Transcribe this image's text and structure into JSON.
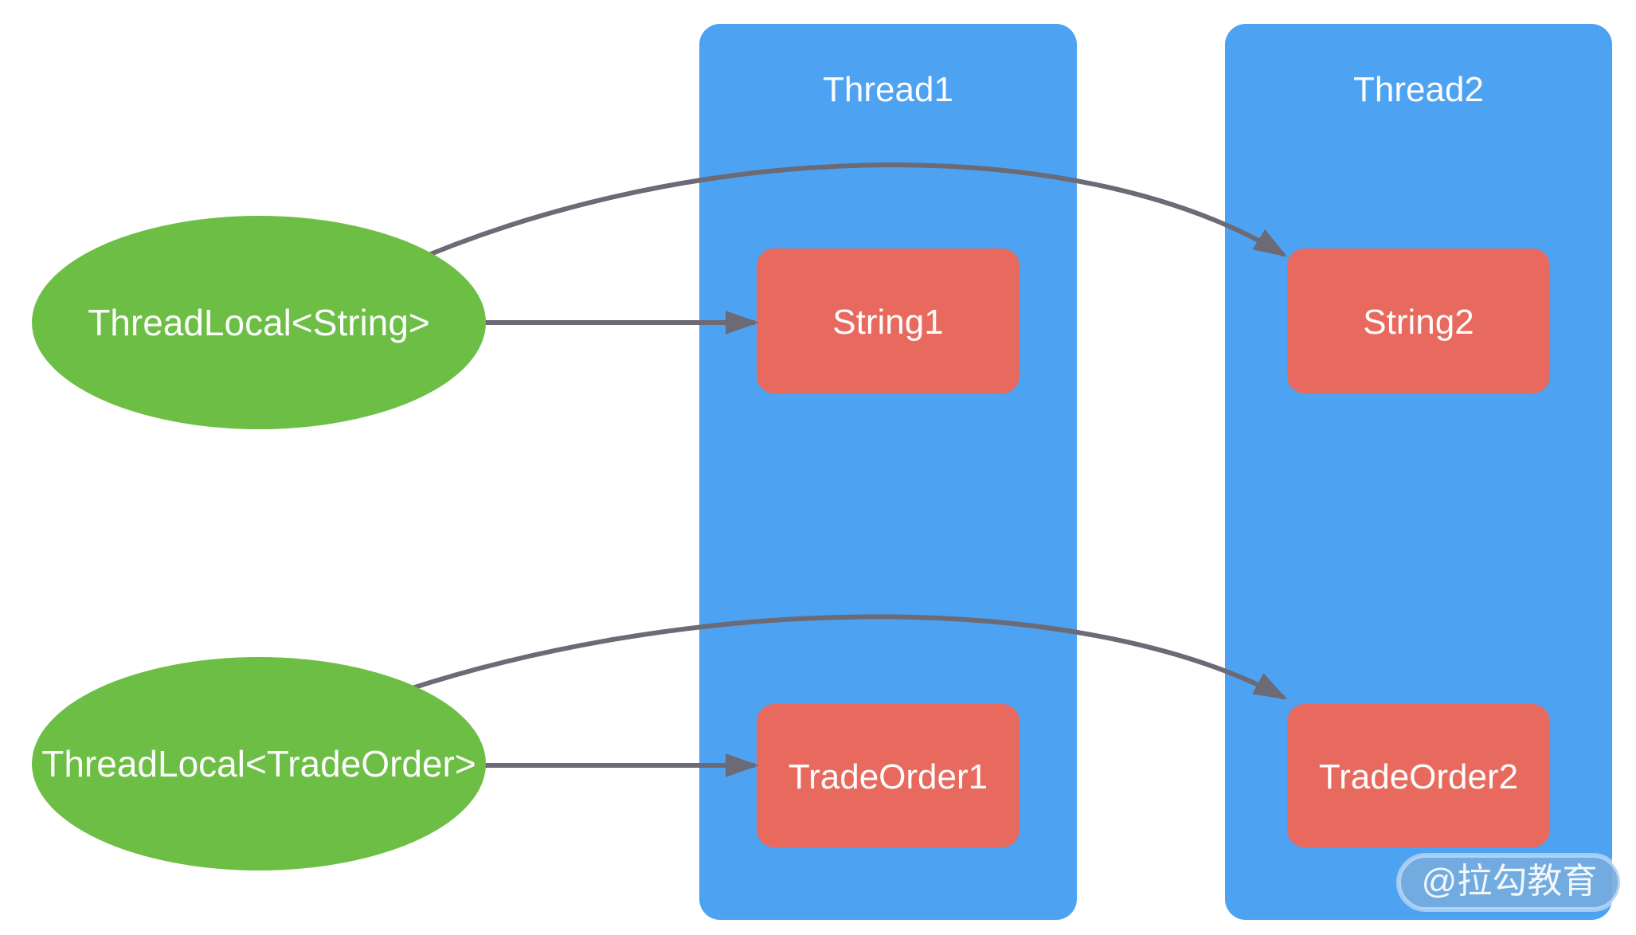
{
  "threads": [
    {
      "label": "Thread1",
      "objects": [
        {
          "label": "String1"
        },
        {
          "label": "TradeOrder1"
        }
      ]
    },
    {
      "label": "Thread2",
      "objects": [
        {
          "label": "String2"
        },
        {
          "label": "TradeOrder2"
        }
      ]
    }
  ],
  "threadlocals": [
    {
      "label": "ThreadLocal<String>"
    },
    {
      "label": "ThreadLocal<TradeOrder>"
    }
  ],
  "watermark": {
    "label": "@拉勾教育"
  },
  "colors": {
    "thread_box": "#4da2f2",
    "object_box": "#e86a5e",
    "threadlocal_ellipse": "#6cbe44",
    "arrow": "#6b6a75",
    "watermark_bg": "#74abdd",
    "label_text": "#fdfdfd",
    "background": "#ffffff"
  }
}
